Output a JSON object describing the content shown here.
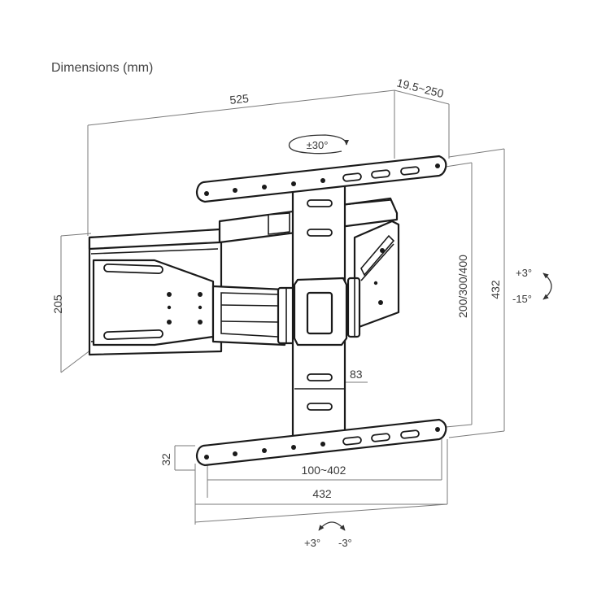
{
  "title": "Dimensions (mm)",
  "dimensions": {
    "width_total": "525",
    "depth": "19.5~250",
    "height_arm": "205",
    "vesa_vertical": "200/300/400",
    "height_total": "432",
    "rail_offset": "83",
    "rail_height": "32",
    "vesa_horizontal": "100~402",
    "width_rail": "432"
  },
  "rotation": {
    "swivel": "±30°",
    "tilt_up": "+3°",
    "tilt_down": "-15°",
    "level_plus": "+3°",
    "level_minus": "-3°"
  }
}
